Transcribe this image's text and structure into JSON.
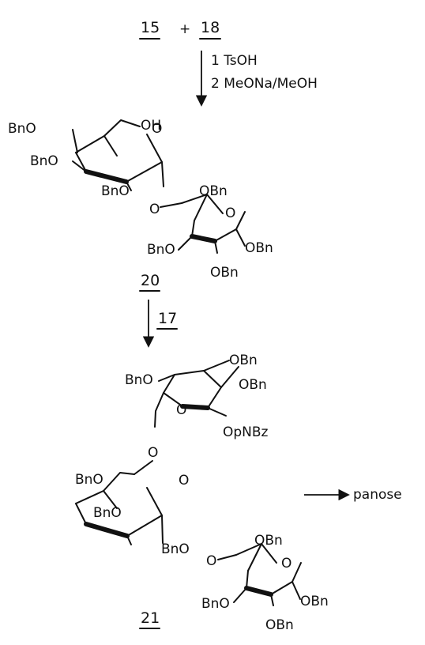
{
  "reactants": {
    "first": "15",
    "plus": "+",
    "second": "18"
  },
  "step1": {
    "reagent1": "1  TsOH",
    "reagent2": "2  MeONa/MeOH"
  },
  "compound20": {
    "number": "20",
    "top_ring": {
      "c6": "OH",
      "c4": "BnO",
      "c3": "BnO",
      "c2": "BnO"
    },
    "link_o": "O",
    "bottom_ring": {
      "c6": "OBn",
      "ring_o": "O",
      "c3": "BnO",
      "c1": "OBn",
      "c2": "OBn"
    }
  },
  "step2": {
    "reagent": "17"
  },
  "compound21": {
    "number": "21",
    "top_ring": {
      "c4": "BnO",
      "c3a": "OBn",
      "c3b": "OBn",
      "ring_o": "O",
      "c6": "OpNBz"
    },
    "link1": "O",
    "middle_ring": {
      "c4": "BnO",
      "ring_o": "O",
      "c3": "BnO",
      "c2": "BnO"
    },
    "link2": "O",
    "bottom_ring": {
      "c6": "OBn",
      "ring_o": "O",
      "c3": "BnO",
      "c1": "OBn",
      "c2": "OBn"
    }
  },
  "final_product": "panose"
}
